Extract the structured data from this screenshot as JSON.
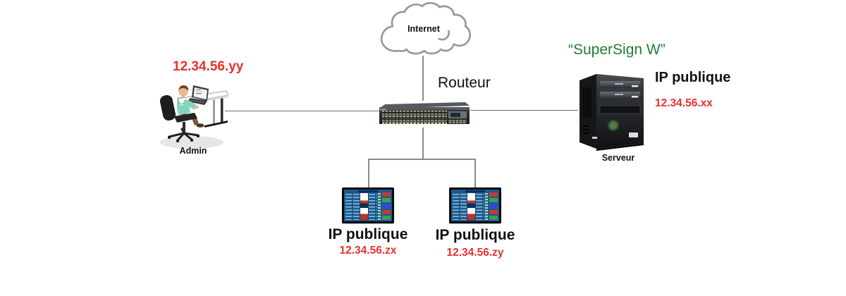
{
  "internet": {
    "label": "Internet"
  },
  "router": {
    "label": "Routeur"
  },
  "admin": {
    "label": "Admin",
    "ip": "12.34.56.yy"
  },
  "server": {
    "product": "“SuperSign W”",
    "ip_label": "IP publique",
    "ip": "12.34.56.xx",
    "label": "Serveur"
  },
  "displays": [
    {
      "ip_label": "IP publique",
      "ip": "12.34.56.zx"
    },
    {
      "ip_label": "IP publique",
      "ip": "12.34.56.zy"
    }
  ],
  "colors": {
    "ip_red": "#e8312b",
    "product_green": "#217d2f",
    "line_gray": "#8a8a8a",
    "label_black": "#111111"
  }
}
